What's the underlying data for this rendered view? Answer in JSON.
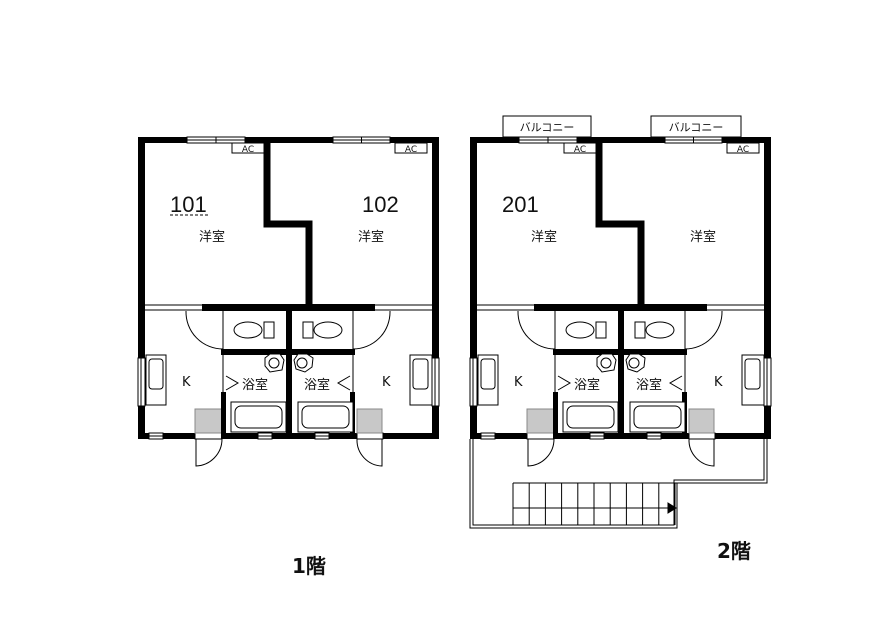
{
  "floors": [
    {
      "label": "1階",
      "units": [
        {
          "number": "101",
          "western_room": "洋室",
          "kitchen": "K",
          "bath": "浴室",
          "ac": "AC"
        },
        {
          "number": "102",
          "western_room": "洋室",
          "kitchen": "K",
          "bath": "浴室",
          "ac": "AC"
        }
      ]
    },
    {
      "label": "2階",
      "balcony": "バルコニー",
      "units": [
        {
          "number": "201",
          "western_room": "洋室",
          "kitchen": "K",
          "bath": "浴室",
          "ac": "AC"
        },
        {
          "number": "",
          "western_room": "洋室",
          "kitchen": "K",
          "bath": "浴室",
          "ac": "AC"
        }
      ]
    }
  ],
  "colors": {
    "wall": "#000000",
    "fill_gray": "#c8c8c8"
  }
}
